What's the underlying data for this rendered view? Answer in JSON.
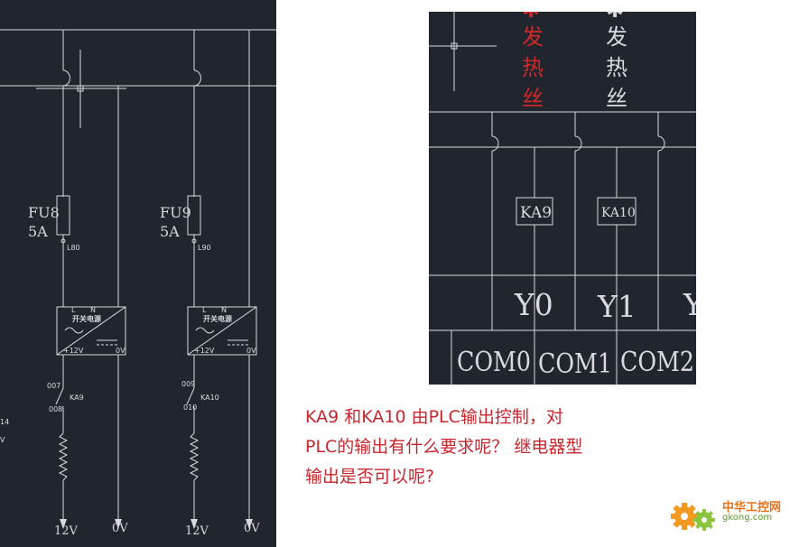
{
  "left_panel": {
    "fuse1": {
      "name": "FU8",
      "rating": "5A",
      "wire": "L80"
    },
    "fuse2": {
      "name": "FU9",
      "rating": "5A",
      "wire": "L90"
    },
    "psu_label": "开关电源",
    "psu_terminals": {
      "l": "L",
      "n": "N",
      "plus": "+12V",
      "zero": "0V"
    },
    "relay1": {
      "top": "007",
      "name": "KA9",
      "bottom": "008"
    },
    "relay2": {
      "top": "009",
      "name": "KA10",
      "bottom": "010"
    },
    "bottom_labels": {
      "v12_a": "12V",
      "v0_a": "0V",
      "v12_b": "12V",
      "v0_b": "0V"
    },
    "edge_labels": {
      "a": "14",
      "b": "V"
    }
  },
  "right_panel": {
    "header_red": [
      "发",
      "热",
      "丝"
    ],
    "header_white": [
      "发",
      "热",
      "丝"
    ],
    "relays": [
      "KA9",
      "KA10"
    ],
    "outputs": [
      "Y0",
      "Y1",
      "Y"
    ],
    "commons": [
      "COM0",
      "COM1",
      "COM2"
    ]
  },
  "question": {
    "line1": "KA9 和KA10 由PLC输出控制，对",
    "line2": "PLC的输出有什么要求呢？ 继电器型",
    "line3": "输出是否可以呢?"
  },
  "watermark": {
    "title": "中华工控网",
    "url": "gkong.com"
  },
  "colors": {
    "cad_bg": "#21252d",
    "cad_line": "#d8dadf",
    "question_text": "#c8262c",
    "red_text": "#d0282a"
  }
}
